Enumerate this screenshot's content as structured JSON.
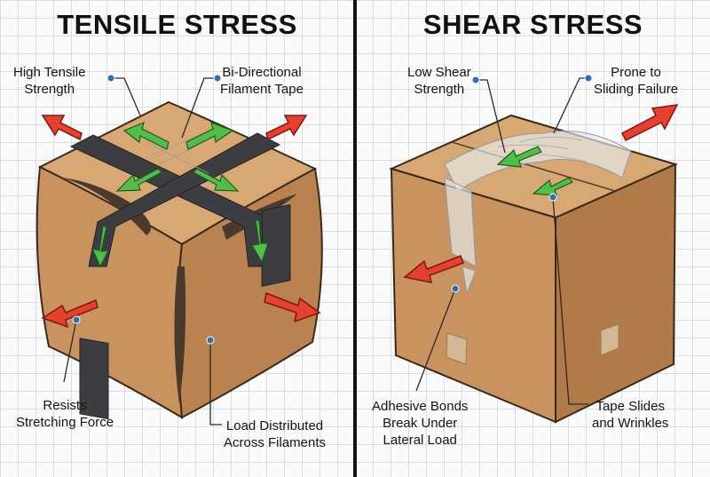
{
  "left_panel": {
    "title": "TENSILE STRESS",
    "labels": {
      "high_tensile": [
        "High Tensile",
        "Strength"
      ],
      "bi_directional": [
        "Bi-Directional",
        "Filament Tape"
      ],
      "resists": [
        "Resists",
        "Stretching Force"
      ],
      "load_distributed": [
        "Load Distributed",
        "Across Filaments"
      ]
    }
  },
  "right_panel": {
    "title": "SHEAR STRESS",
    "labels": {
      "low_shear": [
        "Low Shear",
        "Strength"
      ],
      "prone": [
        "Prone to",
        "Sliding Failure"
      ],
      "adhesive": [
        "Adhesive Bonds",
        "Break Under",
        "Lateral Load"
      ],
      "tape_slides": [
        "Tape Slides",
        "and Wrinkles"
      ]
    }
  },
  "colors": {
    "cardboard_light": "#d8a874",
    "cardboard_mid": "#c48f5c",
    "cardboard_dark": "#a5723f",
    "tape_dark": "#3c3d40",
    "arrow_red": "#e8402e",
    "arrow_green": "#4fbf4a",
    "callout_dot": "#2f6fb0"
  }
}
